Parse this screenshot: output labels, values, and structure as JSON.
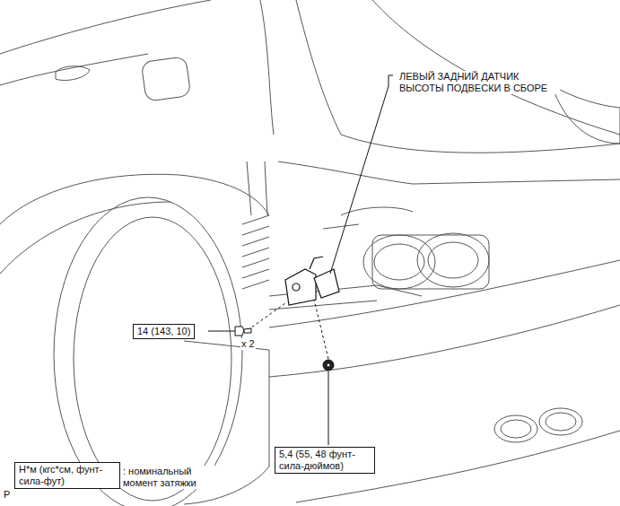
{
  "diagram": {
    "nodes": [
      {
        "text": [
          "14 (143, 10)"
        ]
      },
      {
        "text": [
          "5,4 (55, 48 фунт-сила-дюймов)"
        ]
      },
      {
        "text": [
          "Н*м (кгс*см, фунт-сила-фут)"
        ]
      }
    ],
    "edges": [],
    "labels": [
      "ЛЕВЫЙ ЗАДНИЙ ДАТЧИК ВЫСОТЫ ПОДВЕСКИ В СБОРЕ",
      "x 2",
      ": номинальный момент затяжки",
      "P"
    ]
  }
}
